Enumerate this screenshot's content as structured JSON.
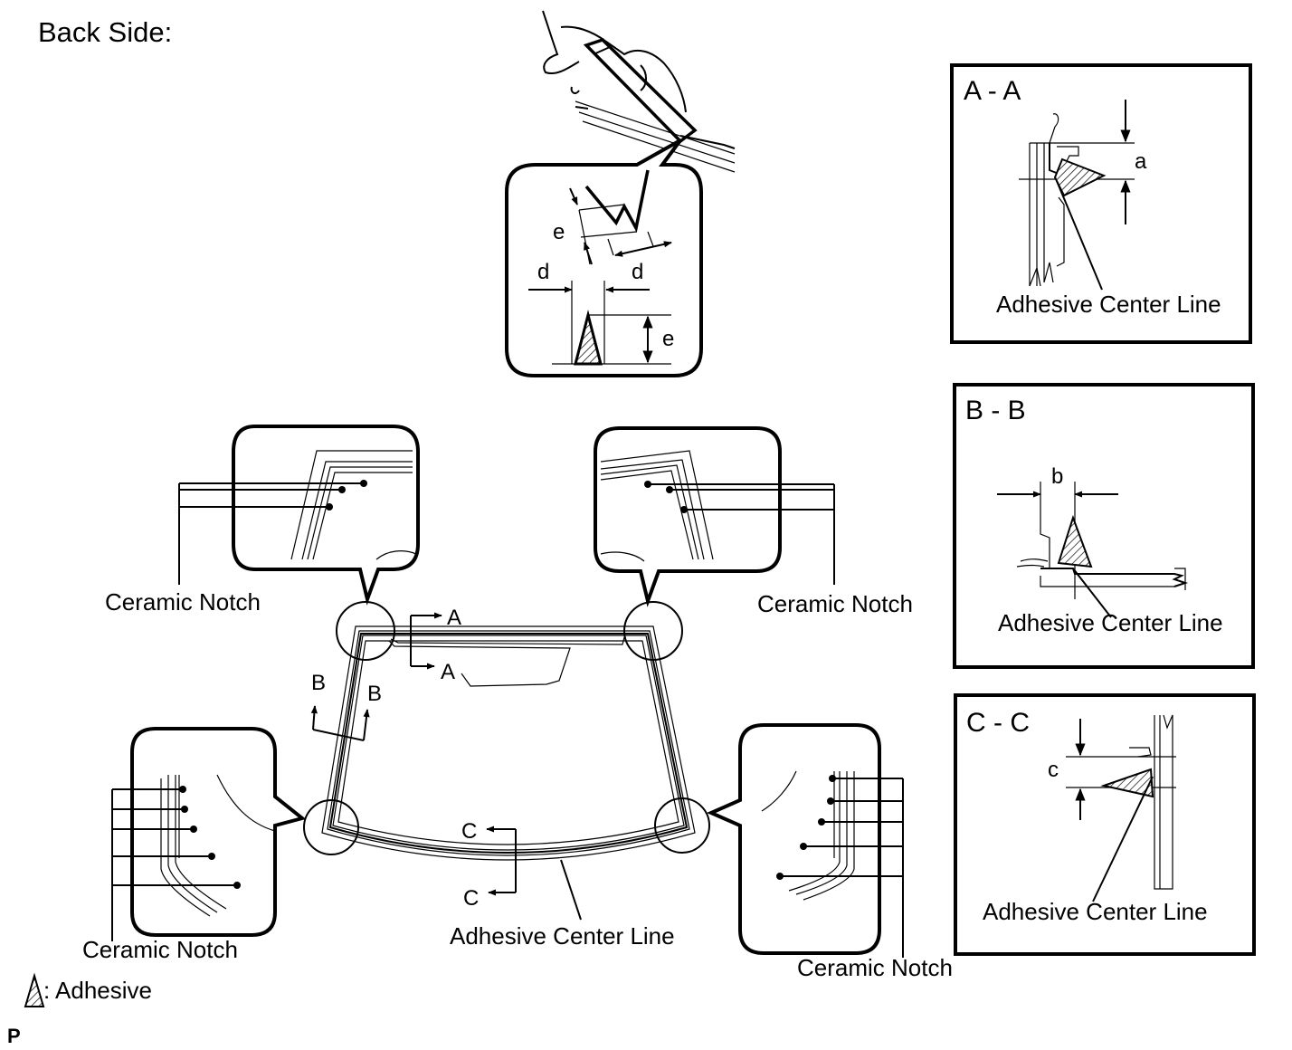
{
  "header": {
    "title": "Back Side:"
  },
  "glass": {
    "ceramic_notch_label": "Ceramic Notch",
    "adhesive_center_line_label": "Adhesive Center Line",
    "section_marker_a": "A",
    "section_marker_b": "B",
    "section_marker_c": "C"
  },
  "bead_detail": {
    "height_label": "e",
    "width_label": "d"
  },
  "sections": [
    {
      "title": "A - A",
      "dimension_label": "a",
      "callout": "Adhesive Center Line"
    },
    {
      "title": "B - B",
      "dimension_label": "b",
      "callout": "Adhesive Center Line"
    },
    {
      "title": "C - C",
      "dimension_label": "c",
      "callout": "Adhesive Center Line"
    }
  ],
  "legend": {
    "symbol": "adhesive-bead-icon",
    "label": ": Adhesive"
  },
  "footer": {
    "code": "P"
  }
}
